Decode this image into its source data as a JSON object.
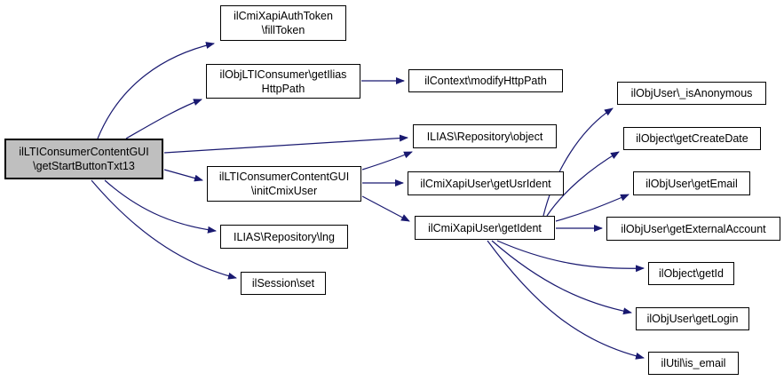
{
  "diagram": {
    "type": "call-graph",
    "colors": {
      "edge": "#191970",
      "node_border": "#000000",
      "node_fill": "#ffffff",
      "highlight_fill": "#bfbfbf",
      "background": "#ffffff"
    },
    "nodes": [
      {
        "id": "getStartButtonTxt13",
        "label": "ilLTIConsumerContentGUI\n\\getStartButtonTxt13",
        "highlighted": true
      },
      {
        "id": "fillToken",
        "label": "ilCmiXapiAuthToken\n\\fillToken",
        "highlighted": false
      },
      {
        "id": "getIliasHttpPath",
        "label": "ilObjLTIConsumer\\getIlias\nHttpPath",
        "highlighted": false
      },
      {
        "id": "modifyHttpPath",
        "label": "ilContext\\modifyHttpPath",
        "highlighted": false
      },
      {
        "id": "object",
        "label": "ILIAS\\Repository\\object",
        "highlighted": false
      },
      {
        "id": "initCmixUser",
        "label": "ilLTIConsumerContentGUI\n\\initCmixUser",
        "highlighted": false
      },
      {
        "id": "getUsrIdent",
        "label": "ilCmiXapiUser\\getUsrIdent",
        "highlighted": false
      },
      {
        "id": "getIdent",
        "label": "ilCmiXapiUser\\getIdent",
        "highlighted": false
      },
      {
        "id": "isAnonymous",
        "label": "ilObjUser\\_isAnonymous",
        "highlighted": false
      },
      {
        "id": "getCreateDate",
        "label": "ilObject\\getCreateDate",
        "highlighted": false
      },
      {
        "id": "getEmail",
        "label": "ilObjUser\\getEmail",
        "highlighted": false
      },
      {
        "id": "getExternalAccount",
        "label": "ilObjUser\\getExternalAccount",
        "highlighted": false
      },
      {
        "id": "getId",
        "label": "ilObject\\getId",
        "highlighted": false
      },
      {
        "id": "getLogin",
        "label": "ilObjUser\\getLogin",
        "highlighted": false
      },
      {
        "id": "is_email",
        "label": "ilUtil\\is_email",
        "highlighted": false
      },
      {
        "id": "lng",
        "label": "ILIAS\\Repository\\lng",
        "highlighted": false
      },
      {
        "id": "set",
        "label": "ilSession\\set",
        "highlighted": false
      }
    ],
    "edges": [
      {
        "from": "ilLTIConsumerContentGUI\\getStartButtonTxt13",
        "to": "ilCmiXapiAuthToken\\fillToken"
      },
      {
        "from": "ilLTIConsumerContentGUI\\getStartButtonTxt13",
        "to": "ilObjLTIConsumer\\getIliasHttpPath"
      },
      {
        "from": "ilLTIConsumerContentGUI\\getStartButtonTxt13",
        "to": "ILIAS\\Repository\\object"
      },
      {
        "from": "ilLTIConsumerContentGUI\\getStartButtonTxt13",
        "to": "ilLTIConsumerContentGUI\\initCmixUser"
      },
      {
        "from": "ilLTIConsumerContentGUI\\getStartButtonTxt13",
        "to": "ILIAS\\Repository\\lng"
      },
      {
        "from": "ilLTIConsumerContentGUI\\getStartButtonTxt13",
        "to": "ilSession\\set"
      },
      {
        "from": "ilObjLTIConsumer\\getIliasHttpPath",
        "to": "ilContext\\modifyHttpPath"
      },
      {
        "from": "ilLTIConsumerContentGUI\\initCmixUser",
        "to": "ILIAS\\Repository\\object"
      },
      {
        "from": "ilLTIConsumerContentGUI\\initCmixUser",
        "to": "ilCmiXapiUser\\getUsrIdent"
      },
      {
        "from": "ilLTIConsumerContentGUI\\initCmixUser",
        "to": "ilCmiXapiUser\\getIdent"
      },
      {
        "from": "ilCmiXapiUser\\getIdent",
        "to": "ilObjUser\\_isAnonymous"
      },
      {
        "from": "ilCmiXapiUser\\getIdent",
        "to": "ilObject\\getCreateDate"
      },
      {
        "from": "ilCmiXapiUser\\getIdent",
        "to": "ilObjUser\\getEmail"
      },
      {
        "from": "ilCmiXapiUser\\getIdent",
        "to": "ilObjUser\\getExternalAccount"
      },
      {
        "from": "ilCmiXapiUser\\getIdent",
        "to": "ilObject\\getId"
      },
      {
        "from": "ilCmiXapiUser\\getIdent",
        "to": "ilObjUser\\getLogin"
      },
      {
        "from": "ilCmiXapiUser\\getIdent",
        "to": "ilUtil\\is_email"
      }
    ]
  }
}
